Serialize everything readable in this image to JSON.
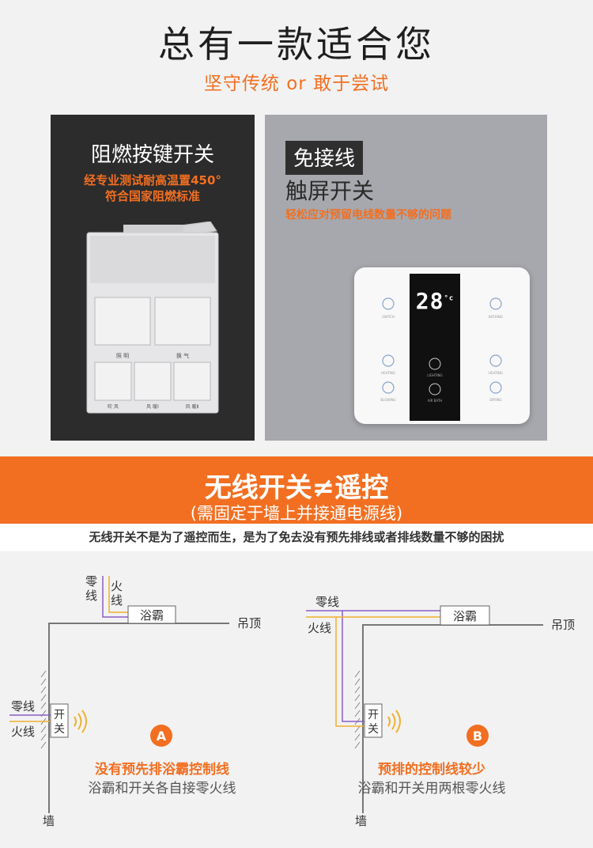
{
  "header": {
    "title": "总有一款适合您",
    "subtitle": "坚守传统 or 敢于尝试"
  },
  "left_card": {
    "title": "阻燃按键开关",
    "line1": "经专业测试耐高温置450°",
    "line2": "符合国家阻燃标准",
    "switch_labels": [
      "照 明",
      "换 气",
      "吹 风",
      "风 暖Ⅰ",
      "风 暖Ⅱ"
    ]
  },
  "right_card": {
    "badge": "免接线",
    "title": "触屏开关",
    "desc": "轻松应对预留电线数量不够的问题",
    "display": {
      "value": "28",
      "unit": "°c"
    },
    "buttons_left": [
      "SWITCH",
      "HEATING",
      "BLOWING"
    ],
    "buttons_center": [
      "LIGHTING",
      "AIR BATH"
    ],
    "buttons_right": [
      "BATHING",
      "HEATING",
      "DRYING"
    ]
  },
  "banner": {
    "title": "无线开关≠遥控",
    "subtitle": "(需固定于墙上并接通电源线)",
    "note": "无线开关不是为了遥控而生，是为了免去没有预先排线或者排线数量不够的困扰"
  },
  "diagram_a": {
    "badge": "A",
    "wire_neutral": "零线",
    "wire_live": "火线",
    "neutral_vertical": "零\n线",
    "live_vertical": "火\n线",
    "device": "浴霸",
    "ceiling": "吊顶",
    "switch": "开关",
    "wall": "墙",
    "caption1": "没有预先排浴霸控制线",
    "caption2": "浴霸和开关各自接零火线"
  },
  "diagram_b": {
    "badge": "B",
    "wire_neutral": "零线",
    "wire_live": "火线",
    "device": "浴霸",
    "ceiling": "吊顶",
    "switch": "开关",
    "wall": "墙",
    "caption1": "预排的控制线较少",
    "caption2": "浴霸和开关用两根零火线"
  },
  "colors": {
    "accent": "#f26f21",
    "neutral_wire": "#8a5cc8",
    "live_wire": "#f0b030"
  }
}
